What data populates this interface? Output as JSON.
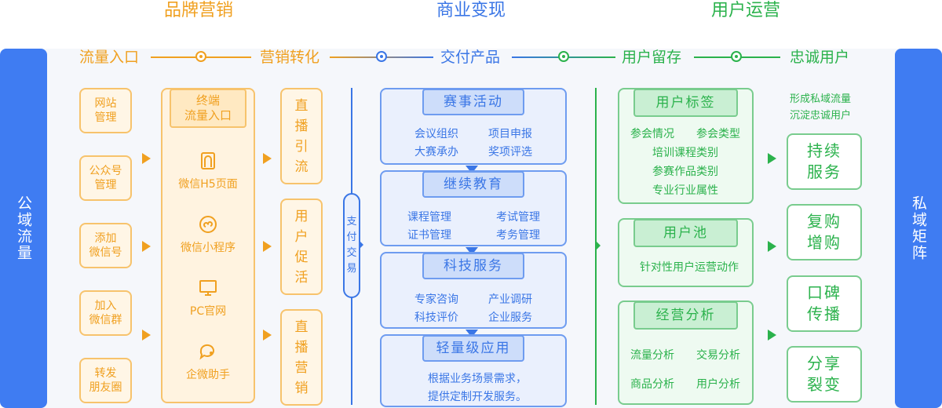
{
  "sections": {
    "brand_marketing": "品牌营销",
    "commercial_realization": "商业变现",
    "user_operation": "用户运营"
  },
  "sides": {
    "left": "公域流量",
    "right": "私域矩阵"
  },
  "flow": [
    "流量入口",
    "营销转化",
    "交付产品",
    "用户留存",
    "忠诚用户"
  ],
  "traffic_sources": [
    "网站\n管理",
    "公众号\n管理",
    "添加\n微信号",
    "加入\n微信群",
    "转发\n朋友圈"
  ],
  "terminal": {
    "title": "终端\n流量入口",
    "items": [
      {
        "label": "微信H5页面",
        "icon": "h5-page-icon"
      },
      {
        "label": "微信小程序",
        "icon": "mini-program-icon"
      },
      {
        "label": "PC官网",
        "icon": "monitor-icon"
      },
      {
        "label": "企微助手",
        "icon": "chat-bubble-icon"
      }
    ]
  },
  "conversion": [
    "直\n播\n引\n流",
    "用\n户\n促\n活",
    "直\n播\n营\n销"
  ],
  "payment": "支\n付\n交\n易",
  "products": [
    {
      "title": "赛事活动",
      "items": [
        "会议组织",
        "项目申报",
        "大赛承办",
        "奖项评选"
      ]
    },
    {
      "title": "继续教育",
      "items": [
        "课程管理",
        "考试管理",
        "证书管理",
        "考务管理"
      ]
    },
    {
      "title": "科技服务",
      "items": [
        "专家咨询",
        "产业调研",
        "科技评价",
        "企业服务"
      ]
    },
    {
      "title": "轻量级应用",
      "items": [
        "根据业务场景需求，",
        "提供定制开发服务。"
      ]
    }
  ],
  "retention": [
    {
      "title": "用户标签",
      "items": [
        "参会情况",
        "参会类型",
        "培训课程类别",
        "参赛作品类别",
        "专业行业属性"
      ]
    },
    {
      "title": "用户池",
      "items": [
        "针对性用户运营动作"
      ]
    },
    {
      "title": "经营分析",
      "items": [
        "流量分析",
        "交易分析",
        "商品分析",
        "用户分析"
      ]
    }
  ],
  "loyal": {
    "caption": [
      "形成私域流量",
      "沉淀忠诚用户"
    ],
    "items": [
      "持续\n服务",
      "复购\n增购",
      "口碑\n传播",
      "分享\n裂变"
    ]
  },
  "colors": {
    "orange": "#f0a020",
    "blue": "#3a76e6",
    "green": "#2bb24c",
    "side": "#3f7cf2"
  }
}
